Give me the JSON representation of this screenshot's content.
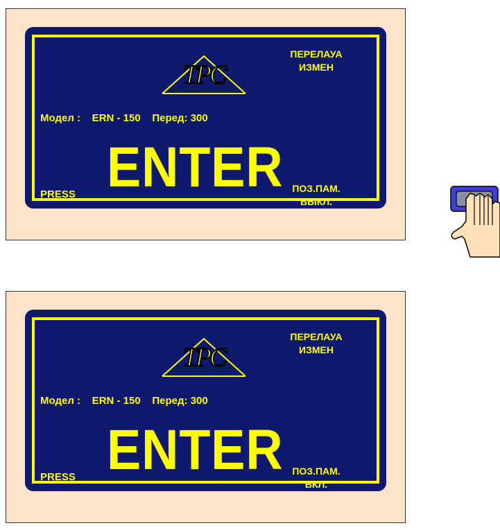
{
  "panels": [
    {
      "logo_text": "TPC",
      "mode_label_1": "ПЕРЕЛАУА",
      "mode_label_2": "ИЗМЕН",
      "model_line": "Модел :    ERN - 150    Перед: 300",
      "enter_text": "ENTER",
      "press_text": "PRESS",
      "memory_label_1": "ПОЗ.ПАМ.",
      "memory_label_2": "ВЫКЛ."
    },
    {
      "logo_text": "TPC",
      "mode_label_1": "ПЕРЕЛАУА",
      "mode_label_2": "ИЗМЕН",
      "model_line": "Модел :    ERN - 150    Перед: 300",
      "enter_text": "ENTER",
      "press_text": "PRESS",
      "memory_label_1": "ПОЗ.ПАМ.",
      "memory_label_2": "ВКЛ."
    }
  ],
  "colors": {
    "panel_bg": "#fde3c7",
    "screen_bg": "#0f1a6e",
    "text_yellow": "#ffff00",
    "button_blue": "#3f3fd6",
    "hand_skin": "#ffe0b8"
  },
  "icons": {
    "logo": "tpc-logo",
    "pressing_hand": "hand-pressing-button-icon"
  }
}
